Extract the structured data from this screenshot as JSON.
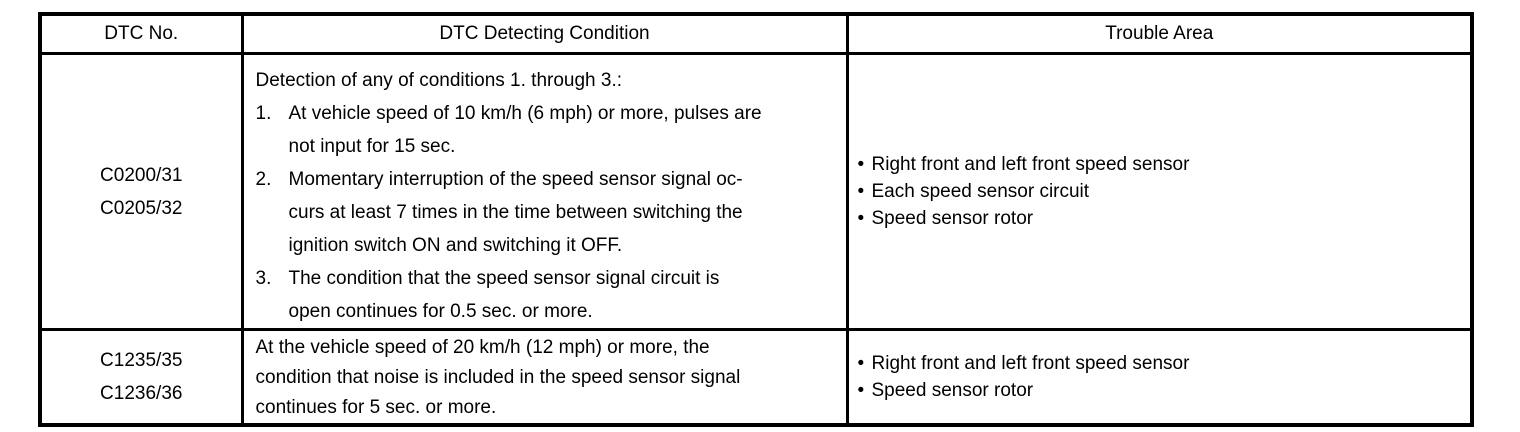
{
  "icons": {
    "bullet": "•"
  },
  "table": {
    "headers": [
      "DTC No.",
      "DTC Detecting Condition",
      "Trouble Area"
    ],
    "rows": [
      {
        "dtc_no": "C0200/31\nC0205/32",
        "condition_intro": "Detection of any of conditions 1. through 3.:",
        "conditions": [
          {
            "num": "1.",
            "text": "At vehicle speed of 10 km/h (6 mph) or more, pulses are\nnot input for 15 sec."
          },
          {
            "num": "2.",
            "text": "Momentary interruption of the speed sensor signal oc-\ncurs at least 7 times in the time between switching the\nignition switch ON and switching it OFF."
          },
          {
            "num": "3.",
            "text": "The condition that the speed sensor signal circuit is\nopen continues for 0.5 sec. or more."
          }
        ],
        "trouble_areas": [
          "Right front and left front speed sensor",
          "Each speed sensor circuit",
          "Speed sensor rotor"
        ]
      },
      {
        "dtc_no": "C1235/35\nC1236/36",
        "condition_text": "At the vehicle speed of 20 km/h (12 mph) or more, the\ncondition that noise is included in the speed sensor signal\ncontinues for 5 sec. or more.",
        "trouble_areas": [
          "Right front and left front speed sensor",
          "Speed sensor rotor"
        ]
      }
    ]
  }
}
